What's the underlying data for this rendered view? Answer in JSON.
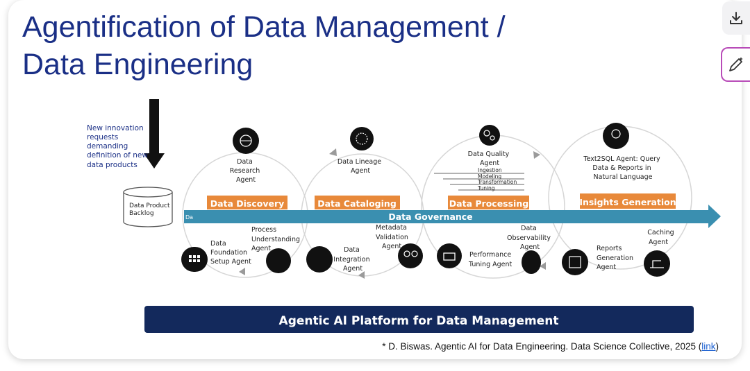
{
  "title": {
    "line1": "Agentification of Data Management /",
    "line2": "Data Engineering"
  },
  "toolbar": {
    "download_icon": "download-icon",
    "edit_icon": "ai-edit-icon"
  },
  "diagram": {
    "innovation_note": [
      "New innovation",
      "requests",
      "demanding",
      "definition of new",
      "data products"
    ],
    "backlog": [
      "Data Product",
      "Backlog"
    ],
    "stages": {
      "discovery": "Data Discovery",
      "cataloging": "Data Cataloging",
      "processing": "Data Processing",
      "insights": "Insights Generation"
    },
    "governance": "Data Governance",
    "governance_prefix": "Da",
    "agents": {
      "research": [
        "Data",
        "Research",
        "Agent"
      ],
      "process_understanding": [
        "Process",
        "Understanding",
        "Agent"
      ],
      "foundation_setup": [
        "Data",
        "Foundation",
        "Setup Agent"
      ],
      "lineage": [
        "Data Lineage",
        "Agent"
      ],
      "metadata_validation": [
        "Metadata",
        "Validation",
        "Agent"
      ],
      "integration": [
        "Data",
        "Integration",
        "Agent"
      ],
      "quality": [
        "Data Quality",
        "Agent"
      ],
      "quality_steps": [
        "Ingestion",
        "Modeling",
        "Transformation",
        "Tuning"
      ],
      "observability": [
        "Data",
        "Observability",
        "Agent"
      ],
      "performance_tuning": [
        "Performance",
        "Tuning Agent"
      ],
      "text2sql": [
        "Text2SQL Agent: Query",
        "Data & Reports in",
        "Natural Language"
      ],
      "caching": [
        "Caching",
        "Agent"
      ],
      "reports_generation": [
        "Reports",
        "Generation",
        "Agent"
      ]
    },
    "platform": "Agentic AI Platform for Data Management"
  },
  "footnote": {
    "text": "* D. Biswas. Agentic AI for Data Engineering. Data Science Collective, 2025 (",
    "link": "link",
    "close": ")"
  },
  "colors": {
    "title": "#1a2f86",
    "stage_orange": "#e8893a",
    "governance_teal": "#3a8fb0",
    "platform_navy": "#13295c"
  }
}
